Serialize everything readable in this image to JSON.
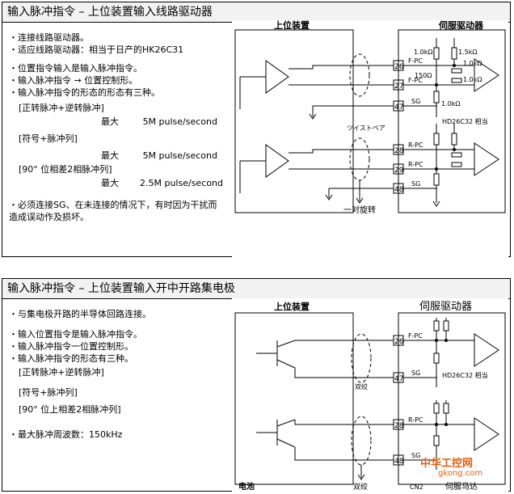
{
  "panel1": {
    "title": "输入脉冲指令   – 上位装置输入线路驱动器",
    "lines": [
      "・连接线路驱动器。",
      "・适应线路驱动器：相当于日产的HK26C31",
      "・位置指令输入是输入脉冲指令。",
      "・输入脉冲指令 → 位置控制形。",
      "・输入脉冲指令的形态的形态有三种。"
    ],
    "mode1": "[正转脉冲+逆转脉冲]",
    "mode2": "[符号+脉冲列]",
    "mode3": "[90° 位相差2相脉冲列]",
    "max_label": "最大",
    "spec1": "5M pulse/second",
    "spec2": "5M pulse/second",
    "spec3": "2.5M pulse/second",
    "note": [
      "・必须连接SG、在未连接的情况下，有时因为干扰而",
      "   造成误动作及损坏。"
    ],
    "diagram": {
      "host": "上位装置",
      "servo": "伺服驱动器",
      "pins": [
        "26",
        "27",
        "47",
        "28",
        "29",
        "48"
      ],
      "sigs": [
        "F-PC",
        "F-PC",
        "SG",
        "R-PC",
        "R-PC",
        "SG"
      ],
      "r1": "1.0kΩ",
      "r2": "1.5kΩ",
      "r3": "1.0kΩ",
      "r4": "150Ω",
      "r5": "1.0kΩ",
      "r6": "1.0kΩ",
      "receiver": "HD26C32 相当",
      "twist": "ツイストペア",
      "pair": "一对旋转"
    }
  },
  "panel2": {
    "title": "输入脉冲指令 – 上位装置输入开中开路集电极",
    "lines": [
      "・与集电极开路的半导体回路连接。",
      "・输入位置指令是输入脉冲指令。",
      "・输入脉冲指令一位置控制形。",
      "・输入脉冲指令的形态有三种。"
    ],
    "mode1": "[正转脉冲+逆转脉冲]",
    "mode2": "[符号+脉冲列]",
    "mode3": "[90° 位上相差2相脉冲列]",
    "freq": "・最大脉冲周波数：150kHz",
    "diagram": {
      "host": "上位装置",
      "servo": "伺服驱动器",
      "pins": [
        "26",
        "47",
        "28",
        "48"
      ],
      "sigs": [
        "F-PC",
        "SG",
        "R-PC",
        "SG"
      ],
      "receiver": "HD26C32 相当",
      "twist1": "双绞",
      "twist2": "双绞",
      "battery": "电池",
      "cn2": "CN2",
      "motor": "伺服马达"
    }
  },
  "watermark": {
    "name": "中华工控网",
    "site": "gkong.com"
  }
}
